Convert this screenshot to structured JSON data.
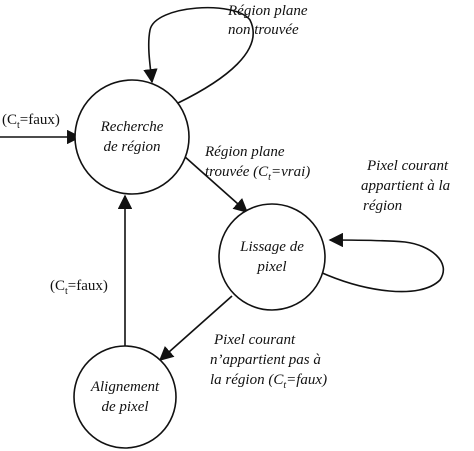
{
  "nodes": {
    "recherche": {
      "line1": "Recherche",
      "line2": "de région"
    },
    "lissage": {
      "line1": "Lissage de",
      "line2": "pixel"
    },
    "alignement": {
      "line1": "Alignement",
      "line2": "de pixel"
    }
  },
  "labels": {
    "loop_top": {
      "line1": "Région plane",
      "line2": "non trouvée"
    },
    "entry": {
      "text": "(C",
      "sub": "t",
      "rest": "=faux)"
    },
    "rech_to_liss": {
      "line1": "Région plane",
      "line2_pre": "trouvée (C",
      "line2_sub": "t",
      "line2_rest": "=vrai)"
    },
    "loop_right": {
      "line1": "Pixel courant",
      "line2": "appartient à la",
      "line3": "région"
    },
    "liss_to_align": {
      "line1": "Pixel courant",
      "line2": "n’appartient pas à",
      "line3_pre": "la région (C",
      "line3_sub": "t",
      "line3_rest": "=faux)"
    },
    "align_to_rech": {
      "pre": "(C",
      "sub": "t",
      "rest": "=faux)"
    }
  }
}
